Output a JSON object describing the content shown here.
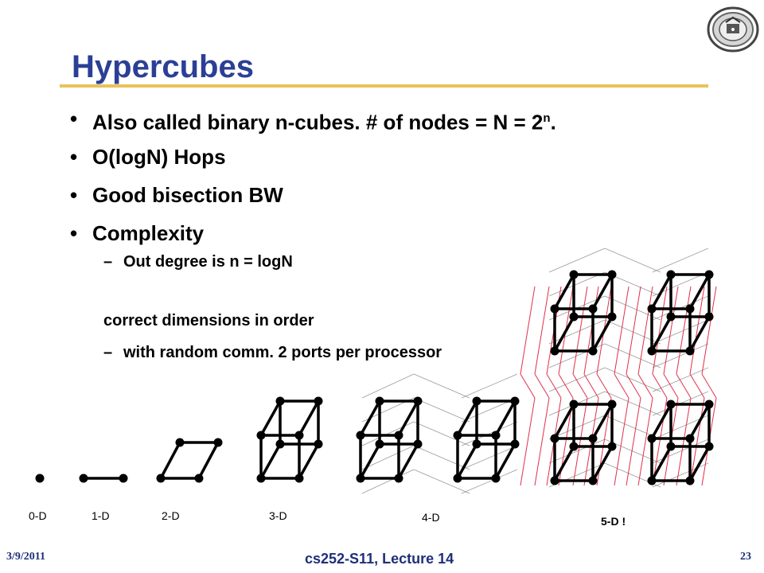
{
  "slide": {
    "title": "Hypercubes",
    "bullets": [
      {
        "text": "Also called binary n-cubes.   # of nodes = N = 2",
        "sup": "n",
        "tail": "."
      },
      {
        "text": "O(logN) Hops"
      },
      {
        "text": "Good bisection BW"
      },
      {
        "text": "Complexity"
      }
    ],
    "bullet_glyph": "•",
    "sub_items": [
      {
        "dash": "–",
        "text": "Out degree is n = logN"
      },
      {
        "dash": "",
        "text": "correct dimensions in order"
      },
      {
        "dash": "–",
        "text": "with random comm. 2 ports per processor"
      }
    ],
    "labels": {
      "d0": "0-D",
      "d1": "1-D",
      "d2": "2-D",
      "d3": "3-D",
      "d4": "4-D",
      "d5": "5-D !"
    },
    "footer": {
      "date": "3/9/2011",
      "course": "cs252-S11, Lecture 14",
      "page": "23"
    },
    "logo": "university-seal-icon"
  },
  "colors": {
    "title": "#2b3f96",
    "rule": "#e8c35a",
    "footer": "#1f2f7a",
    "hyper_red": "#e0304a"
  }
}
